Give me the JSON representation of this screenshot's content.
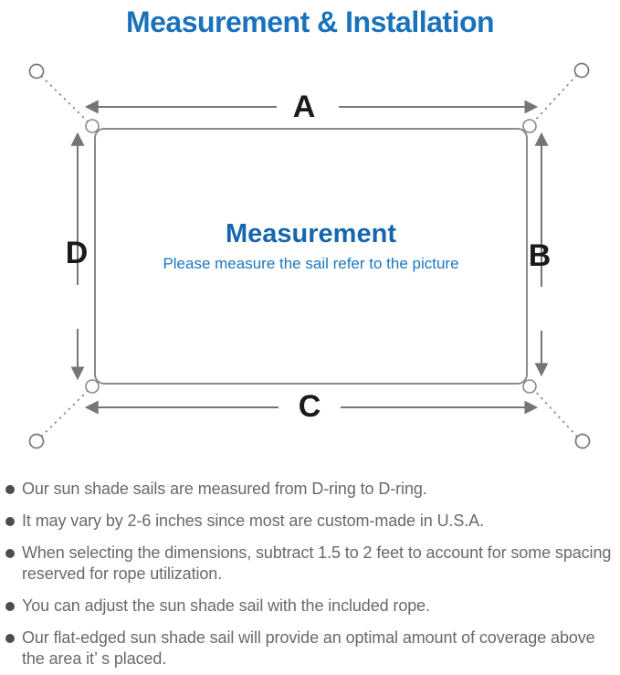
{
  "title": "Measurement & Installation",
  "diagram": {
    "labels": {
      "top": "A",
      "right": "B",
      "bottom": "C",
      "left": "D"
    },
    "center": {
      "heading": "Measurement",
      "subheading": "Please measure the sail refer to the picture"
    }
  },
  "bullets": [
    "Our sun shade sails are measured from D-ring to D-ring.",
    "It may vary by 2-6 inches since most are custom-made in U.S.A.",
    "When selecting the dimensions, subtract 1.5 to 2 feet to account for some spacing reserved for rope utilization.",
    "You can adjust the sun shade sail with the included rope.",
    "Our flat-edged sun shade sail will provide an optimal amount of coverage above the area it’ s placed."
  ],
  "colors": {
    "accent_blue": "#1a72bd",
    "heading_blue": "#1566ae",
    "line_gray": "#8a8a8a",
    "arrow_gray": "#757575",
    "label_black": "#1a1a1a",
    "note_gray": "#696969"
  }
}
